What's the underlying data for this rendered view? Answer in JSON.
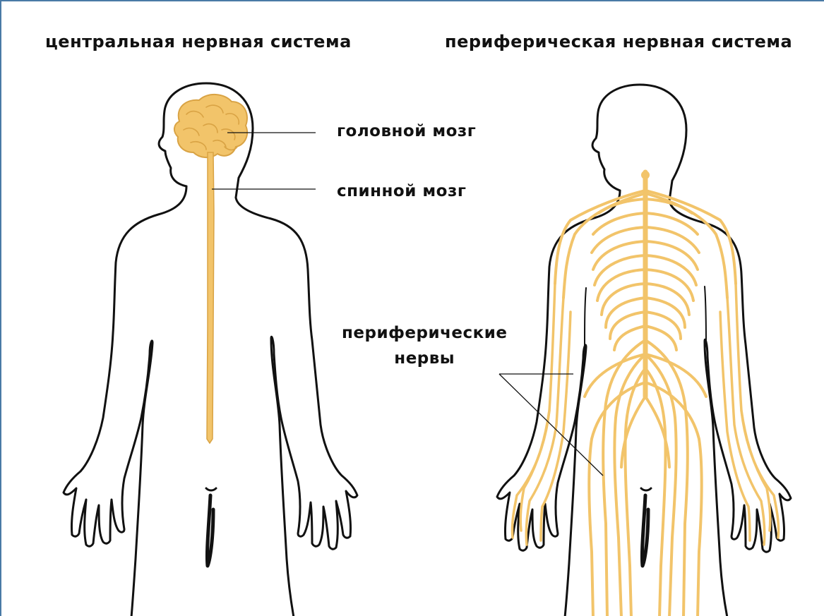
{
  "headings": {
    "cns": "центральная нервная система",
    "pns": "периферическая нервная система"
  },
  "labels": {
    "brain": "головной мозг",
    "spinal_cord": "спинной мозг",
    "peripheral_nerves_line1": "периферические",
    "peripheral_nerves_line2": "нервы"
  },
  "colors": {
    "nerve": "#f2c46a",
    "nerve_dark": "#d9a344",
    "outline": "#111111",
    "frame": "#4a7aa6"
  }
}
